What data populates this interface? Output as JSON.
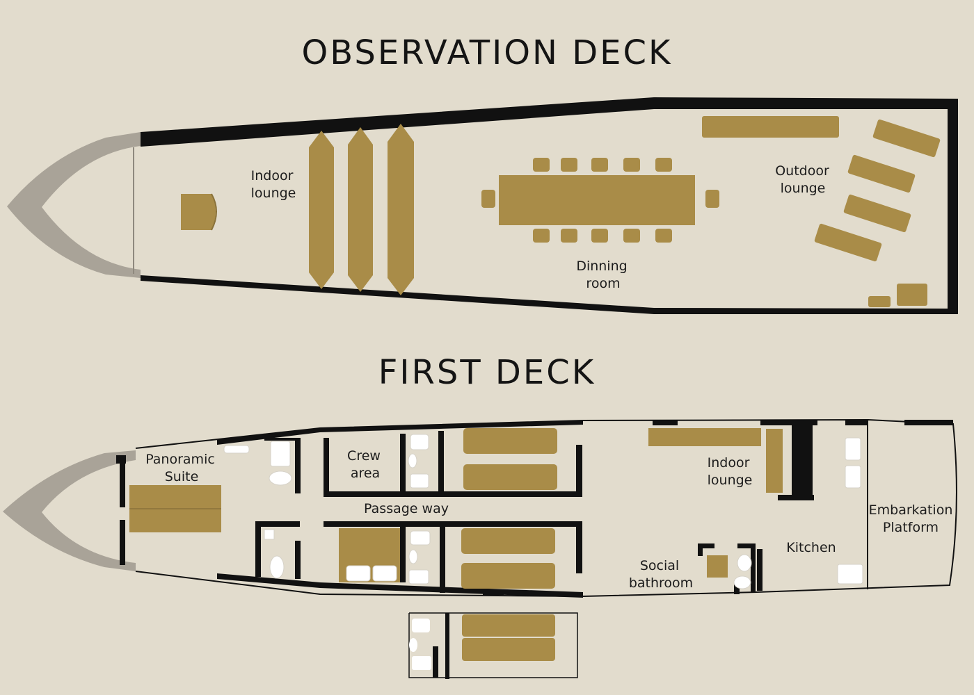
{
  "observation_deck": {
    "title": "OBSERVATION DECK",
    "labels": {
      "indoor_lounge": [
        "Indoor",
        "lounge"
      ],
      "dinning_room": [
        "Dinning",
        "room"
      ],
      "outdoor_lounge": [
        "Outdoor",
        "lounge"
      ]
    }
  },
  "first_deck": {
    "title": "FIRST DECK",
    "labels": {
      "panoramic_suite": [
        "Panoramic",
        "Suite"
      ],
      "crew_area": [
        "Crew",
        "area"
      ],
      "passage_way": "Passage way",
      "indoor_lounge": [
        "Indoor",
        "lounge"
      ],
      "embarkation_platform": [
        "Embarkation",
        "Platform"
      ],
      "kitchen": "Kitchen",
      "social_bathroom": [
        "Social",
        "bathroom"
      ]
    }
  },
  "colors": {
    "background": "#e2dccd",
    "wall": "#111111",
    "furniture": "#a98c48",
    "bow": "#a9a398",
    "fixture": "#ffffff"
  }
}
